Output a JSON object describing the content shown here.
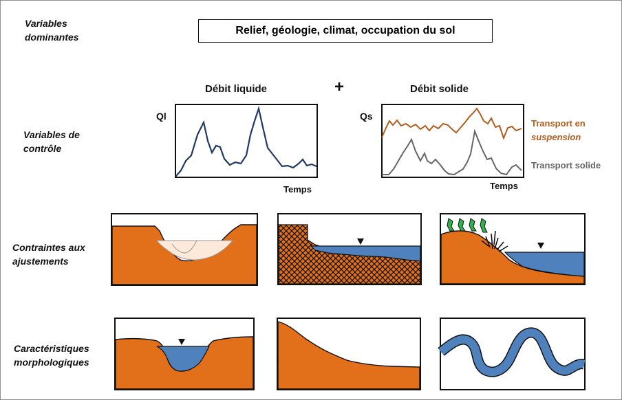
{
  "title": "Relief, géologie, climat, occupation du sol",
  "rows": {
    "dominant": [
      "Variables",
      "dominantes"
    ],
    "control": [
      "Variables de",
      "contrôle"
    ],
    "constraints": [
      "Contraintes aux",
      "ajustements"
    ],
    "morphology": [
      "Caractéristiques",
      "morphologiques"
    ]
  },
  "liquid": {
    "header": "Débit liquide",
    "axis_y": "Ql",
    "axis_x": "Temps"
  },
  "plus": "+",
  "solid": {
    "header": "Débit solide",
    "axis_y": "Qs",
    "axis_x": "Temps",
    "legend": {
      "suspension_1": "Transport en",
      "suspension_2": "suspension",
      "bedload": "Transport solide"
    }
  },
  "colors": {
    "sediment": "#e2701a",
    "water": "#4f81bd",
    "liquid_line": "#1f3864",
    "suspension_line": "#b35c1e",
    "bedload_line": "#666666",
    "vegetation": "#2fb34a",
    "floodplain": "#fde9d9"
  },
  "icons": [
    "water-level-marker-icon",
    "tree-icon",
    "shrub-icon"
  ]
}
